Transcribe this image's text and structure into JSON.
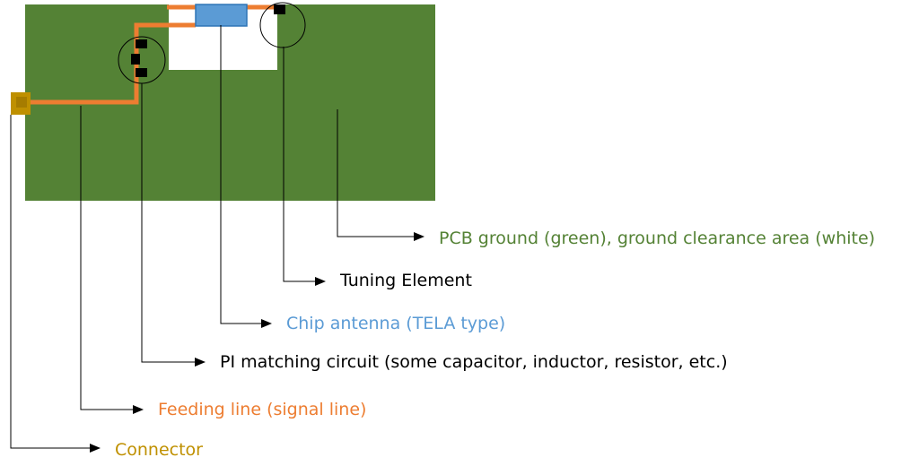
{
  "diagram": {
    "labels": {
      "pcb_ground": "PCB ground (green), ground clearance area (white)",
      "tuning_element": "Tuning Element",
      "chip_antenna": "Chip antenna (TELA type)",
      "pi_matching": "PI matching circuit (some capacitor, inductor, resistor, etc.)",
      "feeding_line": "Feeding line (signal line)",
      "connector": "Connector"
    },
    "colors": {
      "pcb_ground": "#548235",
      "clearance": "#ffffff",
      "feeding_line": "#ed7d31",
      "chip_antenna": "#5b9bd5",
      "connector": "#bf9000",
      "component": "#000000",
      "leader": "#000000"
    }
  }
}
